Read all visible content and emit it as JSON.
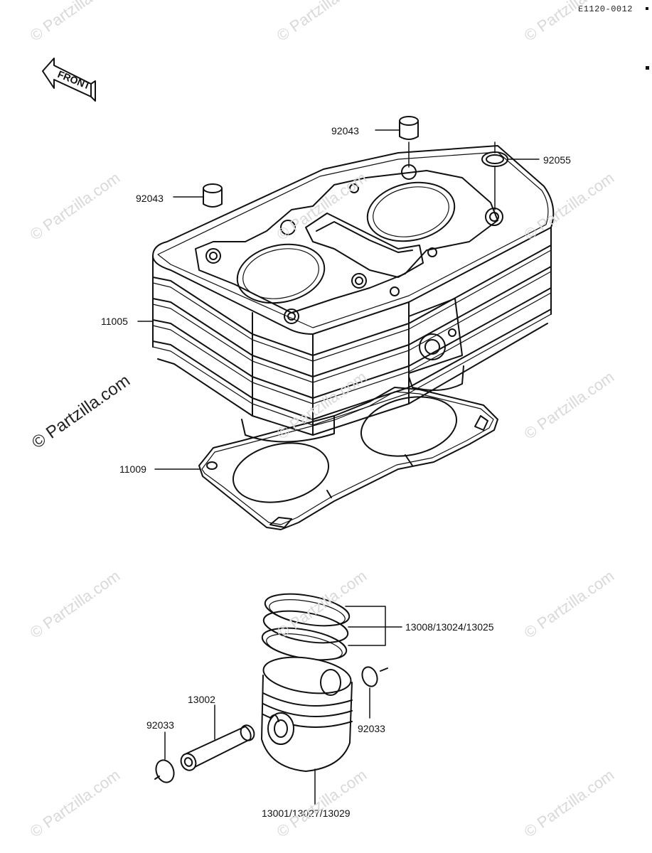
{
  "diagram_code": "E1120-0012",
  "direction_label": "FRONT",
  "watermark_text": "© Partzilla.com",
  "part_labels": {
    "pin_92043_top": "92043",
    "pin_92043_left": "92043",
    "oring_92055": "92055",
    "cylinder_11005": "11005",
    "gasket_11009": "11009",
    "rings_13008": "13008/13024/13025",
    "clip_92033_left": "92033",
    "clip_92033_right": "92033",
    "piston_pin_13002": "13002",
    "piston_13001": "13001/13027/13029"
  },
  "colors": {
    "line": "#111111",
    "watermark": "#d9d9d9"
  }
}
